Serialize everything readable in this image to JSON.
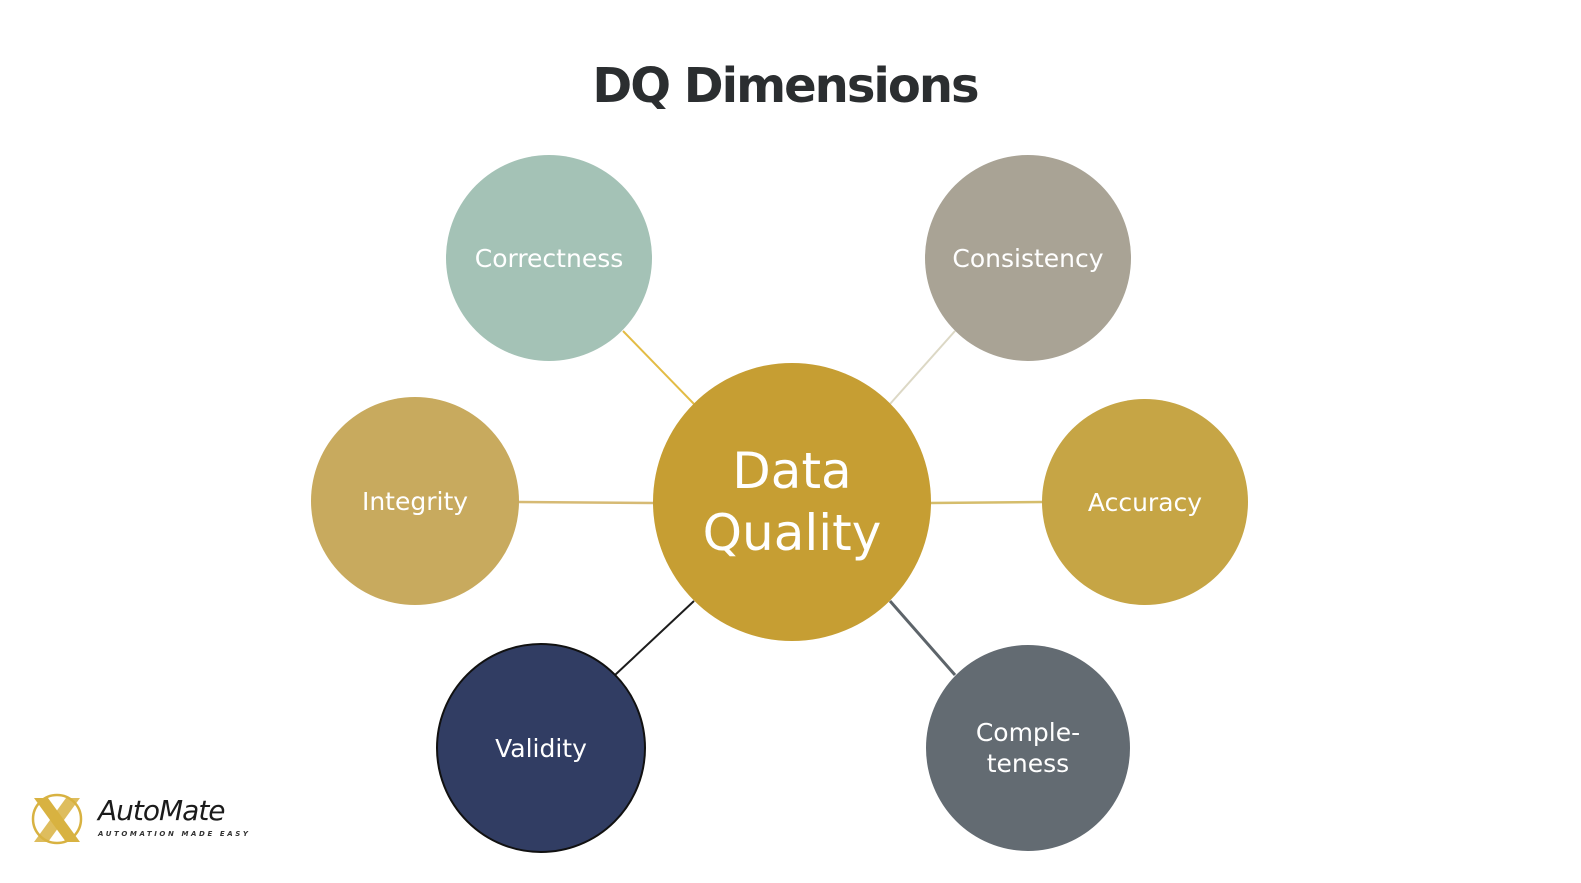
{
  "title": "DQ Dimensions",
  "center": {
    "label": "Data\nQuality",
    "color": "#c69e33"
  },
  "dimensions": [
    {
      "id": "correctness",
      "label": "Correctness",
      "color": "#a4c2b6",
      "connector_color": "#e3bc45"
    },
    {
      "id": "consistency",
      "label": "Consistency",
      "color": "#a9a395",
      "connector_color": "#dcd8c5"
    },
    {
      "id": "integrity",
      "label": "Integrity",
      "color": "#c8aa5e",
      "connector_color": "#d6ba74"
    },
    {
      "id": "accuracy",
      "label": "Accuracy",
      "color": "#c6a545",
      "connector_color": "#d5bd6c"
    },
    {
      "id": "validity",
      "label": "Validity",
      "color": "#313d63",
      "connector_color": "#1c1c1c"
    },
    {
      "id": "completeness",
      "label": "Comple-\nteness",
      "color": "#636b72",
      "connector_color": "#5d646a"
    }
  ],
  "logo": {
    "name": "AutoMate",
    "tagline": "AUTOMATION MADE EASY",
    "accent_color": "#d8b241"
  }
}
